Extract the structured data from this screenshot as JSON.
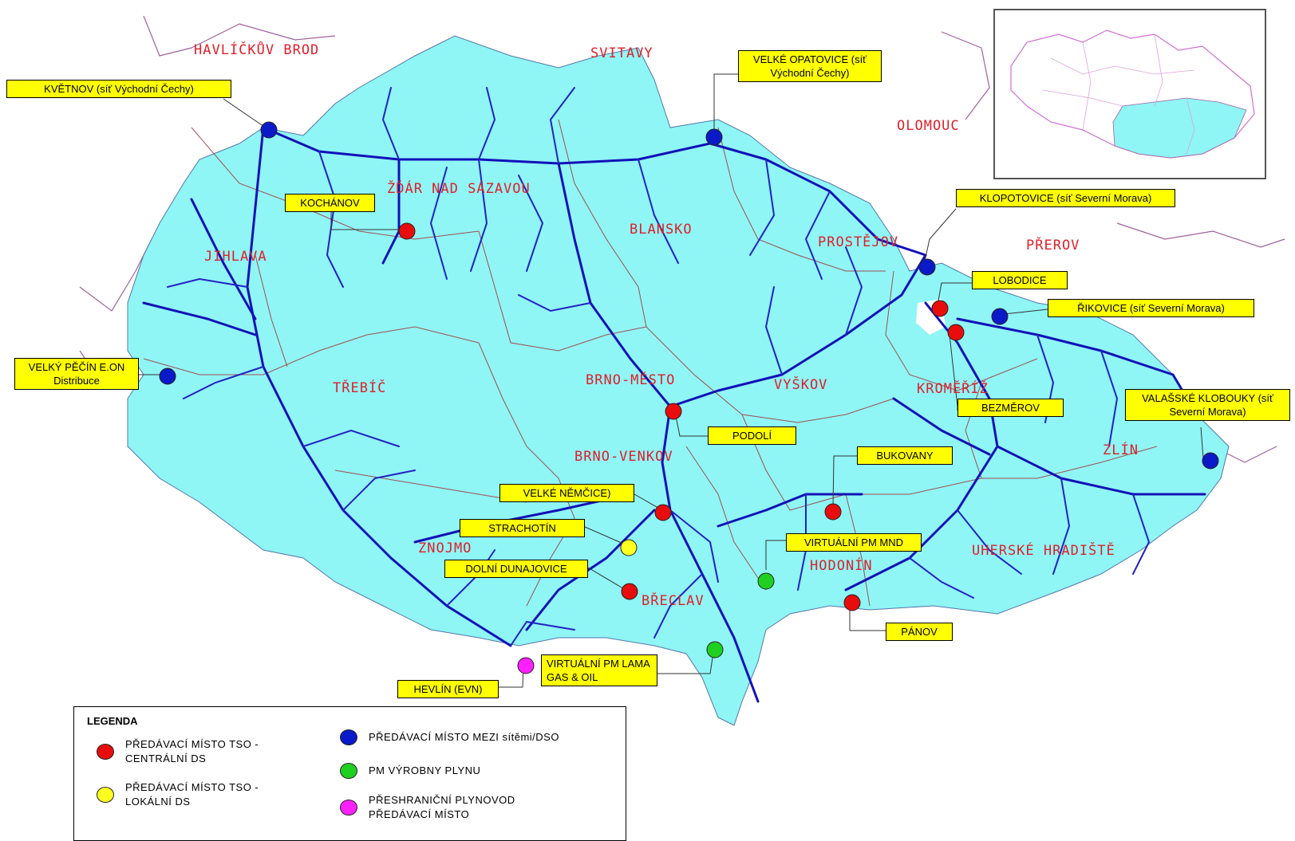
{
  "colors": {
    "region_fill": "#8ff5f5",
    "pipeline": "#1212b8",
    "district_border": "#a05050",
    "district_label": "#e0202a",
    "callout_bg": "#ffff00",
    "dso_point": "#0a1ac8",
    "tso_central": "#e80c0c",
    "tso_local": "#ffff20",
    "production": "#20d020",
    "crossborder": "#ff20ff"
  },
  "districts": [
    "HAVLÍČKŮV BROD",
    "SVITAVY",
    "OLOMOUC",
    "ŽĎÁR NAD SÁZAVOU",
    "BLANSKO",
    "PROSTĚJOV",
    "PŘEROV",
    "JIHLAVA",
    "TŘEBÍČ",
    "BRNO-MĚSTO",
    "VYŠKOV",
    "KROMĚŘÍŽ",
    "ZLÍN",
    "BRNO-VENKOV",
    "ZNOJMO",
    "HODONÍN",
    "UHERSKÉ HRADIŠTĚ",
    "BŘECLAV"
  ],
  "callouts": [
    {
      "label": "KVĚTNOV (síť Východní Čechy)",
      "type": "dso"
    },
    {
      "label": "VELKÉ OPATOVICE (síť Východní Čechy)",
      "type": "dso"
    },
    {
      "label": "KOCHÁNOV",
      "type": "tso_central"
    },
    {
      "label": "KLOPOTOVICE (síť Severní Morava)",
      "type": "dso"
    },
    {
      "label": "LOBODICE",
      "type": "tso_central"
    },
    {
      "label": "ŘIKOVICE (síť Severní Morava)",
      "type": "dso"
    },
    {
      "label": "VELKÝ PĚČÍN E.ON Distribuce",
      "type": "dso"
    },
    {
      "label": "BEZMĚROV",
      "type": "tso_central"
    },
    {
      "label": "VALAŠSKÉ KLOBOUKY (síť Severní Morava)",
      "type": "dso"
    },
    {
      "label": "PODOLÍ",
      "type": "tso_central"
    },
    {
      "label": "BUKOVANY",
      "type": "tso_central"
    },
    {
      "label": "VELKÉ NĚMČICE)",
      "type": "tso_central"
    },
    {
      "label": "STRACHOTÍN",
      "type": "tso_local"
    },
    {
      "label": "VIRTUÁLNÍ PM MND",
      "type": "production"
    },
    {
      "label": "DOLNÍ DUNAJOVICE",
      "type": "tso_central"
    },
    {
      "label": "PÁNOV",
      "type": "tso_central"
    },
    {
      "label": "VIRTUÁLNÍ PM LAMA GAS & OIL",
      "type": "production"
    },
    {
      "label": "HEVLÍN (EVN)",
      "type": "crossborder"
    }
  ],
  "legend": {
    "title": "LEGENDA",
    "items": [
      {
        "text": "PŘEDÁVACÍ MÍSTO TSO - CENTRÁLNÍ DS",
        "color": "#e80c0c"
      },
      {
        "text": "PŘEDÁVACÍ MÍSTO TSO - LOKÁLNÍ DS",
        "color": "#ffff20"
      },
      {
        "text": "PŘEDÁVACÍ MÍSTO MEZI sítěmi/DSO",
        "color": "#0a1ac8"
      },
      {
        "text": "PM VÝROBNY PLYNU",
        "color": "#20d020"
      },
      {
        "text": "PŘESHRANIČNÍ PLYNOVOD PŘEDÁVACÍ MÍSTO",
        "color": "#ff20ff"
      }
    ]
  }
}
